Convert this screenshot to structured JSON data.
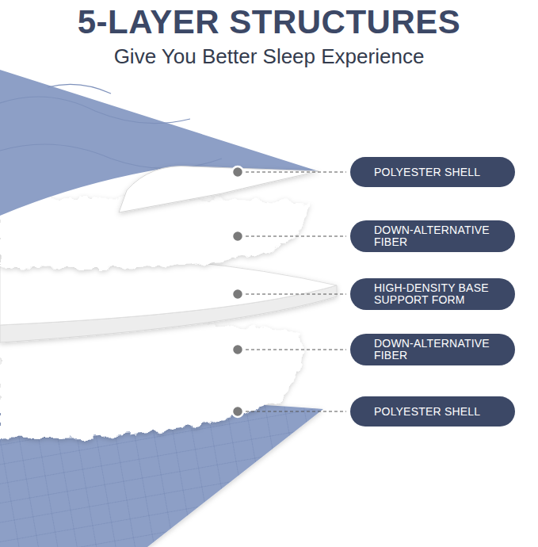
{
  "diagram": {
    "title": "5-LAYER STRUCTURES",
    "caption": "Give You Better Sleep Experience",
    "nodes": [
      {
        "text": [
          "POLYESTER SHELL"
        ]
      },
      {
        "text": [
          "DOWN-ALTERNATIVE FIBER"
        ]
      },
      {
        "text": [
          "HIGH-DENSITY BASE SUPPORT FORM"
        ]
      },
      {
        "text": [
          "DOWN-ALTERNATIVE FIBER"
        ]
      },
      {
        "text": [
          "POLYESTER SHELL"
        ]
      }
    ]
  }
}
